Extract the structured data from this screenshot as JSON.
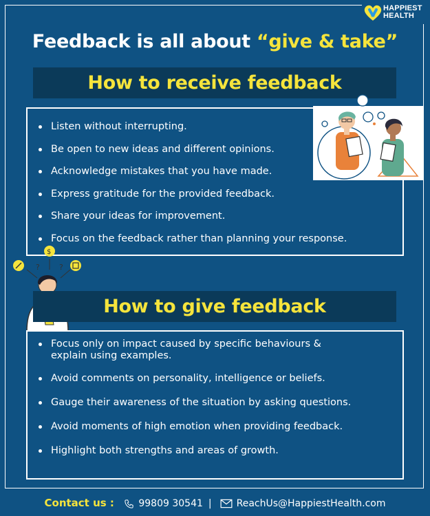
{
  "brand": {
    "name_line1": "HAPPIEST",
    "name_line2": "HEALTH",
    "logo_icon": "heart-logo-icon"
  },
  "title": {
    "prefix": "Feedback is all about ",
    "highlight": "“give & take”"
  },
  "receive": {
    "heading": "How to receive feedback",
    "items": [
      "Listen without interrupting.",
      "Be open to new ideas and different opinions.",
      "Acknowledge mistakes that you have made.",
      "Express gratitude for the provided feedback.",
      "Share your ideas for improvement.",
      "Focus on the feedback rather than planning your response."
    ]
  },
  "give": {
    "heading": "How to give feedback",
    "items": [
      "Focus only on impact caused by specific behaviours & explain using examples.",
      "Avoid comments on personality, intelligence or beliefs.",
      "Gauge their awareness of the situation by asking questions.",
      "Avoid moments of high emotion when providing feedback.",
      "Highlight both strengths and areas of growth."
    ]
  },
  "contact": {
    "label": "Contact us :",
    "phone": "99809 30541",
    "separator": "|",
    "email": "ReachUs@HappiestHealth.com",
    "phone_icon": "phone-icon",
    "email_icon": "mail-icon"
  },
  "colors": {
    "background": "#0f5283",
    "banner": "#0b3a59",
    "accent": "#f5e43c",
    "text": "#ffffff"
  }
}
